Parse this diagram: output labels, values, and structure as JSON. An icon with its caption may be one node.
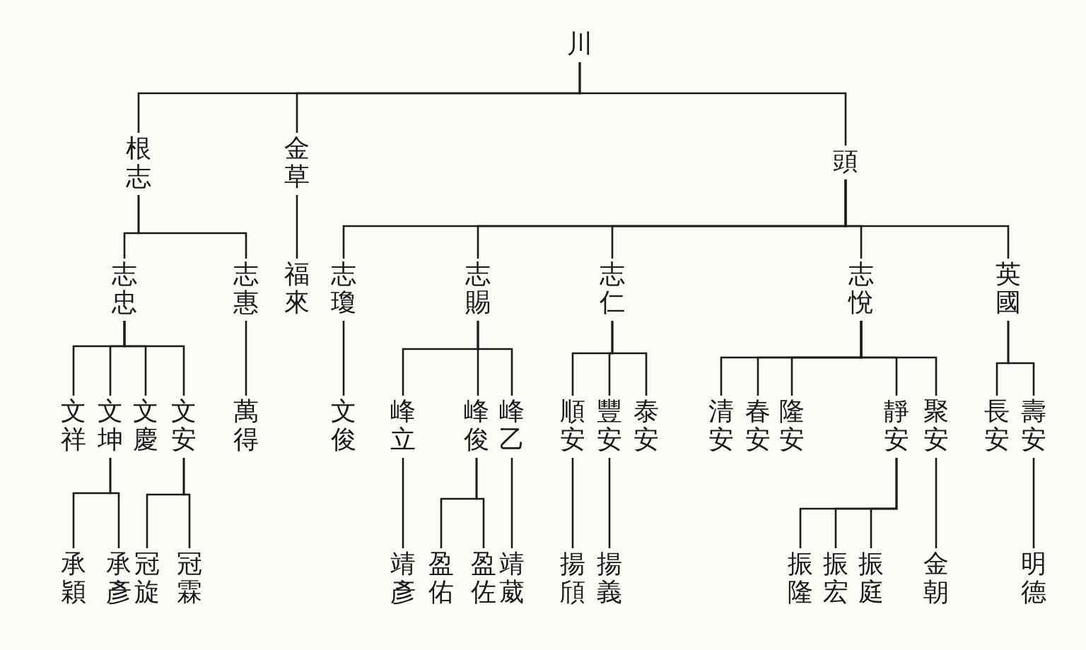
{
  "diagram": {
    "nodes": [
      {
        "text": [
          "川"
        ]
      },
      {
        "text": [
          "根志"
        ]
      },
      {
        "text": [
          "金草"
        ]
      },
      {
        "text": [
          "頭"
        ]
      },
      {
        "text": [
          "志忠"
        ]
      },
      {
        "text": [
          "志惠"
        ]
      },
      {
        "text": [
          "福來"
        ]
      },
      {
        "text": [
          "志瓊"
        ]
      },
      {
        "text": [
          "志賜"
        ]
      },
      {
        "text": [
          "志仁"
        ]
      },
      {
        "text": [
          "志悅"
        ]
      },
      {
        "text": [
          "英國"
        ]
      },
      {
        "text": [
          "文祥"
        ]
      },
      {
        "text": [
          "文坤"
        ]
      },
      {
        "text": [
          "文慶"
        ]
      },
      {
        "text": [
          "文安"
        ]
      },
      {
        "text": [
          "萬得"
        ]
      },
      {
        "text": [
          "文俊"
        ]
      },
      {
        "text": [
          "峰立"
        ]
      },
      {
        "text": [
          "峰俊"
        ]
      },
      {
        "text": [
          "峰乙"
        ]
      },
      {
        "text": [
          "順安"
        ]
      },
      {
        "text": [
          "豐安"
        ]
      },
      {
        "text": [
          "泰安"
        ]
      },
      {
        "text": [
          "清安"
        ]
      },
      {
        "text": [
          "春安"
        ]
      },
      {
        "text": [
          "隆安"
        ]
      },
      {
        "text": [
          "靜安"
        ]
      },
      {
        "text": [
          "聚安"
        ]
      },
      {
        "text": [
          "長安"
        ]
      },
      {
        "text": [
          "壽安"
        ]
      },
      {
        "text": [
          "承穎"
        ]
      },
      {
        "text": [
          "承彥"
        ]
      },
      {
        "text": [
          "冠旋"
        ]
      },
      {
        "text": [
          "冠霖"
        ]
      },
      {
        "text": [
          "靖彥"
        ]
      },
      {
        "text": [
          "盈佑"
        ]
      },
      {
        "text": [
          "盈佐"
        ]
      },
      {
        "text": [
          "靖葳"
        ]
      },
      {
        "text": [
          "揚頎"
        ]
      },
      {
        "text": [
          "揚義"
        ]
      },
      {
        "text": [
          "振隆"
        ]
      },
      {
        "text": [
          "振宏"
        ]
      },
      {
        "text": [
          "振庭"
        ]
      },
      {
        "text": [
          "金朝"
        ]
      },
      {
        "text": [
          "明德"
        ]
      }
    ],
    "edges": [
      {
        "from": 0,
        "to": 1,
        "arrow": "none"
      },
      {
        "from": 0,
        "to": 2,
        "arrow": "none"
      },
      {
        "from": 0,
        "to": 3,
        "arrow": "none"
      },
      {
        "from": 1,
        "to": 4,
        "arrow": "none"
      },
      {
        "from": 1,
        "to": 5,
        "arrow": "none"
      },
      {
        "from": 2,
        "to": 6,
        "arrow": "none"
      },
      {
        "from": 3,
        "to": 7,
        "arrow": "none"
      },
      {
        "from": 3,
        "to": 8,
        "arrow": "none"
      },
      {
        "from": 3,
        "to": 9,
        "arrow": "none"
      },
      {
        "from": 3,
        "to": 10,
        "arrow": "none"
      },
      {
        "from": 3,
        "to": 11,
        "arrow": "none"
      },
      {
        "from": 4,
        "to": 12,
        "arrow": "none"
      },
      {
        "from": 4,
        "to": 13,
        "arrow": "none"
      },
      {
        "from": 4,
        "to": 14,
        "arrow": "none"
      },
      {
        "from": 4,
        "to": 15,
        "arrow": "none"
      },
      {
        "from": 5,
        "to": 16,
        "arrow": "none"
      },
      {
        "from": 7,
        "to": 17,
        "arrow": "none"
      },
      {
        "from": 8,
        "to": 18,
        "arrow": "none"
      },
      {
        "from": 8,
        "to": 19,
        "arrow": "none"
      },
      {
        "from": 8,
        "to": 20,
        "arrow": "none"
      },
      {
        "from": 9,
        "to": 21,
        "arrow": "none"
      },
      {
        "from": 9,
        "to": 22,
        "arrow": "none"
      },
      {
        "from": 9,
        "to": 23,
        "arrow": "none"
      },
      {
        "from": 10,
        "to": 24,
        "arrow": "none"
      },
      {
        "from": 10,
        "to": 25,
        "arrow": "none"
      },
      {
        "from": 10,
        "to": 26,
        "arrow": "none"
      },
      {
        "from": 10,
        "to": 27,
        "arrow": "none"
      },
      {
        "from": 10,
        "to": 28,
        "arrow": "none"
      },
      {
        "from": 11,
        "to": 29,
        "arrow": "none"
      },
      {
        "from": 11,
        "to": 30,
        "arrow": "none"
      },
      {
        "from": 13,
        "to": 31,
        "arrow": "none"
      },
      {
        "from": 13,
        "to": 32,
        "arrow": "none"
      },
      {
        "from": 15,
        "to": 33,
        "arrow": "none"
      },
      {
        "from": 15,
        "to": 34,
        "arrow": "none"
      },
      {
        "from": 18,
        "to": 35,
        "arrow": "none"
      },
      {
        "from": 19,
        "to": 36,
        "arrow": "none"
      },
      {
        "from": 19,
        "to": 37,
        "arrow": "none"
      },
      {
        "from": 20,
        "to": 38,
        "arrow": "none"
      },
      {
        "from": 21,
        "to": 39,
        "arrow": "none"
      },
      {
        "from": 22,
        "to": 40,
        "arrow": "none"
      },
      {
        "from": 27,
        "to": 41,
        "arrow": "none"
      },
      {
        "from": 27,
        "to": 42,
        "arrow": "none"
      },
      {
        "from": 27,
        "to": 43,
        "arrow": "none"
      },
      {
        "from": 28,
        "to": 44,
        "arrow": "none"
      },
      {
        "from": 30,
        "to": 45,
        "arrow": "none"
      }
    ]
  }
}
